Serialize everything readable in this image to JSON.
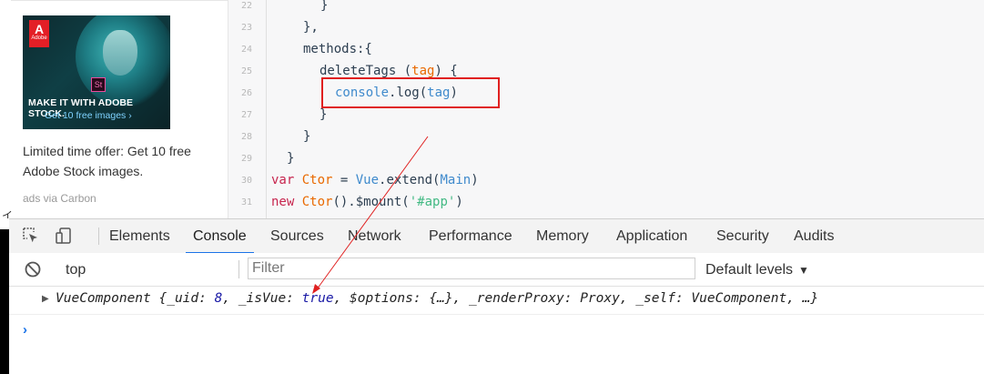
{
  "ad": {
    "logo_text": "Adobe",
    "badge": "St",
    "headline": "MAKE IT WITH ADOBE STOCK.",
    "subline": "Get 10 free images ›",
    "offer_text": "Limited time offer: Get 10 free Adobe Stock images.",
    "credit": "ads via Carbon",
    "edge_glyph": "イ"
  },
  "code": {
    "lines": [
      {
        "num": "22",
        "text": "}"
      },
      {
        "num": "23",
        "text": "},"
      },
      {
        "num": "24",
        "text": "methods:{"
      },
      {
        "num": "25",
        "text": "deleteTags (tag) {"
      },
      {
        "num": "26",
        "text": "console.log(tag)"
      },
      {
        "num": "27",
        "text": "}"
      },
      {
        "num": "28",
        "text": "}"
      },
      {
        "num": "29",
        "text": "}"
      },
      {
        "num": "30",
        "text": "var Ctor = Vue.extend(Main)"
      },
      {
        "num": "31",
        "text": "new Ctor().$mount('#app')"
      }
    ],
    "tokens": {
      "methods": "methods:{",
      "deleteTags": "deleteTags",
      "tag": "tag",
      "console": "console",
      "log": ".log(",
      "var": "var",
      "Ctor": "Ctor",
      "eq": " = ",
      "Vue": "Vue",
      "extend": ".extend(",
      "Main": "Main",
      "new": "new",
      "mount": "().$mount(",
      "app": "'#app'"
    }
  },
  "devtools": {
    "tabs": [
      "Elements",
      "Console",
      "Sources",
      "Network",
      "Performance",
      "Memory",
      "Application",
      "Security",
      "Audits"
    ],
    "active_tab": "Console",
    "context": "top",
    "filter_placeholder": "Filter",
    "levels": "Default levels",
    "log": {
      "prefix": "VueComponent {",
      "uid_key": "_uid: ",
      "uid_val": "8",
      "isvue_key": ", _isVue: ",
      "isvue_val": "true",
      "rest": ", $options: {…}, _renderProxy: Proxy, _self: VueComponent, …}"
    },
    "prompt": "›"
  },
  "colors": {
    "accent": "#1a73e8",
    "highlight_border": "#e02020"
  }
}
